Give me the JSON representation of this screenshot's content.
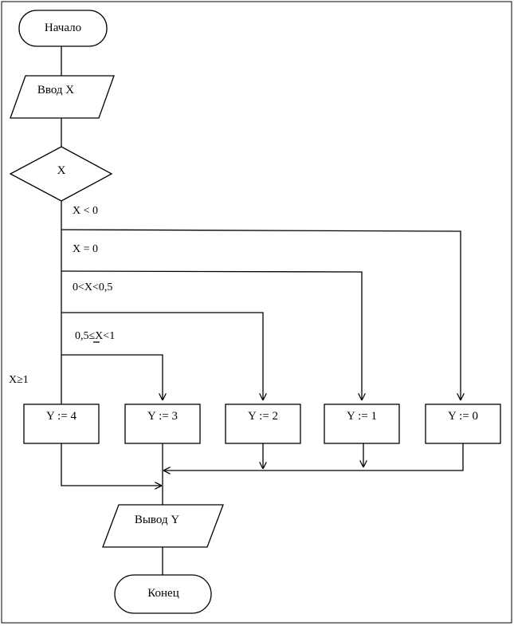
{
  "nodes": {
    "start": "Начало",
    "input": "Ввод X",
    "decision": "X",
    "y4": "Y := 4",
    "y3": "Y := 3",
    "y2": "Y := 2",
    "y1": "Y := 1",
    "y0": "Y := 0",
    "output": "Вывод Y",
    "end": "Конец"
  },
  "branches": {
    "lt0": "X < 0",
    "eq0": "X = 0",
    "mid1": "0<X<0,5",
    "mid2": "0,5≤X<1",
    "ge1": "X≥1"
  }
}
